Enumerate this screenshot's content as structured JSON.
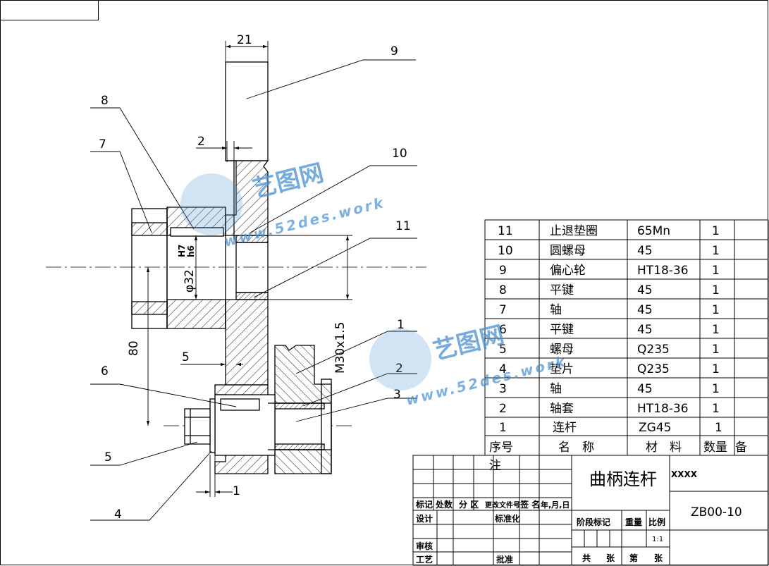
{
  "dimensions": {
    "d21": "21",
    "d2_top": "2",
    "d5": "5",
    "d80": "80",
    "d1": "1",
    "fit_dia": "φ32",
    "fit_upper": "H7",
    "fit_lower": "h6",
    "thread": "M30x1.5"
  },
  "callouts": [
    "9",
    "8",
    "7",
    "10",
    "11",
    "1",
    "2",
    "3",
    "6",
    "5",
    "4"
  ],
  "bom": {
    "rows": [
      {
        "no": "11",
        "name": "止退垫圈",
        "material": "65Mn",
        "qty": "1"
      },
      {
        "no": "10",
        "name": "圆螺母",
        "material": "45",
        "qty": "1"
      },
      {
        "no": "9",
        "name": "偏心轮",
        "material": "HT18-36",
        "qty": "1"
      },
      {
        "no": "8",
        "name": "平键",
        "material": "45",
        "qty": "1"
      },
      {
        "no": "7",
        "name": "轴",
        "material": "45",
        "qty": "1"
      },
      {
        "no": "6",
        "name": "平键",
        "material": "45",
        "qty": "1"
      },
      {
        "no": "5",
        "name": "螺母",
        "material": "Q235",
        "qty": "1"
      },
      {
        "no": "4",
        "name": "垫片",
        "material": "Q235",
        "qty": "1"
      },
      {
        "no": "3",
        "name": "轴",
        "material": "45",
        "qty": "1"
      },
      {
        "no": "2",
        "name": "轴套",
        "material": "HT18-36",
        "qty": "1"
      },
      {
        "no": "1",
        "name": "连杆",
        "material": "ZG45",
        "qty": "1"
      }
    ],
    "header": {
      "no": "序号",
      "name": "名　称",
      "material": "材　料",
      "qty": "数量",
      "note": "备",
      "note2": "注"
    }
  },
  "title_block": {
    "title": "曲柄连杆",
    "xxxx": "XXXX",
    "code": "ZB00-10",
    "rev_headers": [
      "标记",
      "处数",
      "分 区",
      "更改文件号",
      "签 名",
      "年,月,日"
    ],
    "design": "设计",
    "standard": "标准化",
    "review": "审核",
    "process": "工艺",
    "approve": "批准",
    "stage_label": "阶段标记",
    "weight": "重量",
    "scale_label": "比例",
    "scale": "1:1",
    "total": "共",
    "sheets": "张",
    "sheet_no": "第",
    "sheet_unit": "张"
  },
  "watermark": {
    "brand": "艺图网",
    "site": "www.52des.work"
  }
}
